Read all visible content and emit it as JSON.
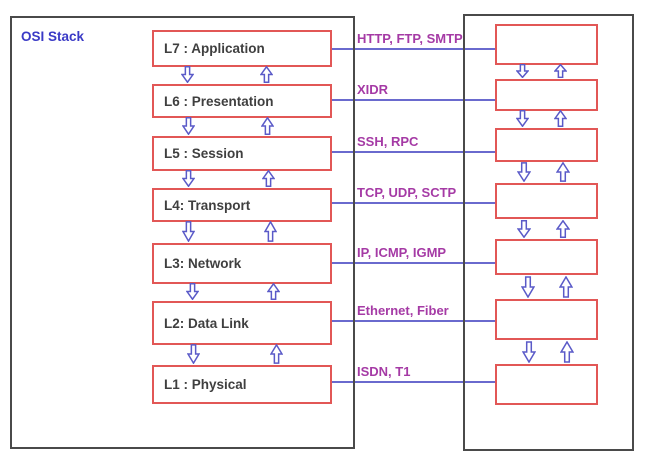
{
  "diagram": {
    "title": "OSI Stack",
    "layers": [
      {
        "label": "L7 : Application",
        "protocols": "HTTP, FTP, SMTP"
      },
      {
        "label": "L6 : Presentation",
        "protocols": "XIDR"
      },
      {
        "label": "L5 : Session",
        "protocols": "SSH, RPC"
      },
      {
        "label": "L4: Transport",
        "protocols": "TCP, UDP, SCTP"
      },
      {
        "label": "L3: Network",
        "protocols": "IP, ICMP, IGMP"
      },
      {
        "label": "L2: Data Link",
        "protocols": "Ethernet, Fiber"
      },
      {
        "label": "L1 : Physical",
        "protocols": "ISDN, T1"
      }
    ],
    "right_stack_box_count": 7,
    "colors": {
      "layer_box_border": "#e25756",
      "outer_panel_border": "#4a4a4a",
      "connector_line": "#6a6ace",
      "arrow_outline": "#5a5ac8",
      "protocol_text": "#a53aa5",
      "title_text": "#3a3ac6",
      "layer_text": "#3f3f3f"
    }
  }
}
